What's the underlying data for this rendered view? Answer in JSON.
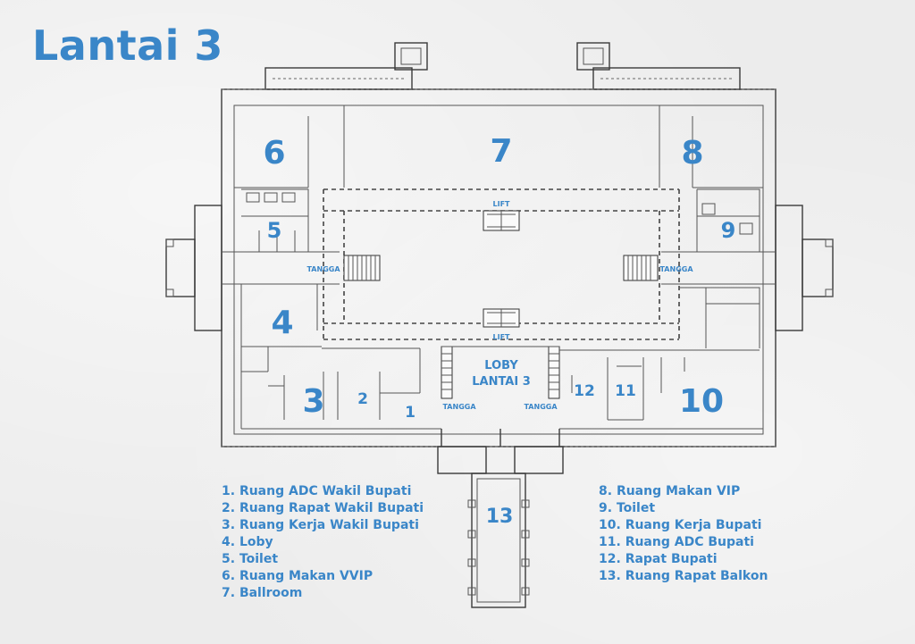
{
  "title": "Lantai 3",
  "accent_color": "#3a86c8",
  "room_numbers": {
    "r1": "1",
    "r2": "2",
    "r3": "3",
    "r4": "4",
    "r5": "5",
    "r6": "6",
    "r7": "7",
    "r8": "8",
    "r9": "9",
    "r10": "10",
    "r11": "11",
    "r12": "12",
    "r13": "13"
  },
  "labels": {
    "lift_top": "LIFT",
    "lift_bottom": "LIFT",
    "tangga_left": "TANGGA",
    "tangga_right": "TANGGA",
    "tangga_bottom_left": "TANGGA",
    "tangga_bottom_right": "TANGGA",
    "lobby_line1": "LOBY",
    "lobby_line2": "LANTAI 3"
  },
  "legend_left": [
    {
      "num": "1.",
      "text": "Ruang ADC Wakil Bupati"
    },
    {
      "num": "2.",
      "text": "Ruang Rapat Wakil Bupati"
    },
    {
      "num": "3.",
      "text": "Ruang Kerja Wakil Bupati"
    },
    {
      "num": "4.",
      "text": "Loby"
    },
    {
      "num": "5.",
      "text": "Toilet"
    },
    {
      "num": "6.",
      "text": "Ruang Makan VVIP"
    },
    {
      "num": "7.",
      "text": "Ballroom"
    }
  ],
  "legend_right": [
    {
      "num": "8.",
      "text": "Ruang Makan VIP"
    },
    {
      "num": "9.",
      "text": "Toilet"
    },
    {
      "num": "10.",
      "text": "Ruang Kerja Bupati"
    },
    {
      "num": "11.",
      "text": "Ruang ADC Bupati"
    },
    {
      "num": "12.",
      "text": "Rapat Bupati"
    },
    {
      "num": "13.",
      "text": "Ruang Rapat Balkon"
    }
  ]
}
